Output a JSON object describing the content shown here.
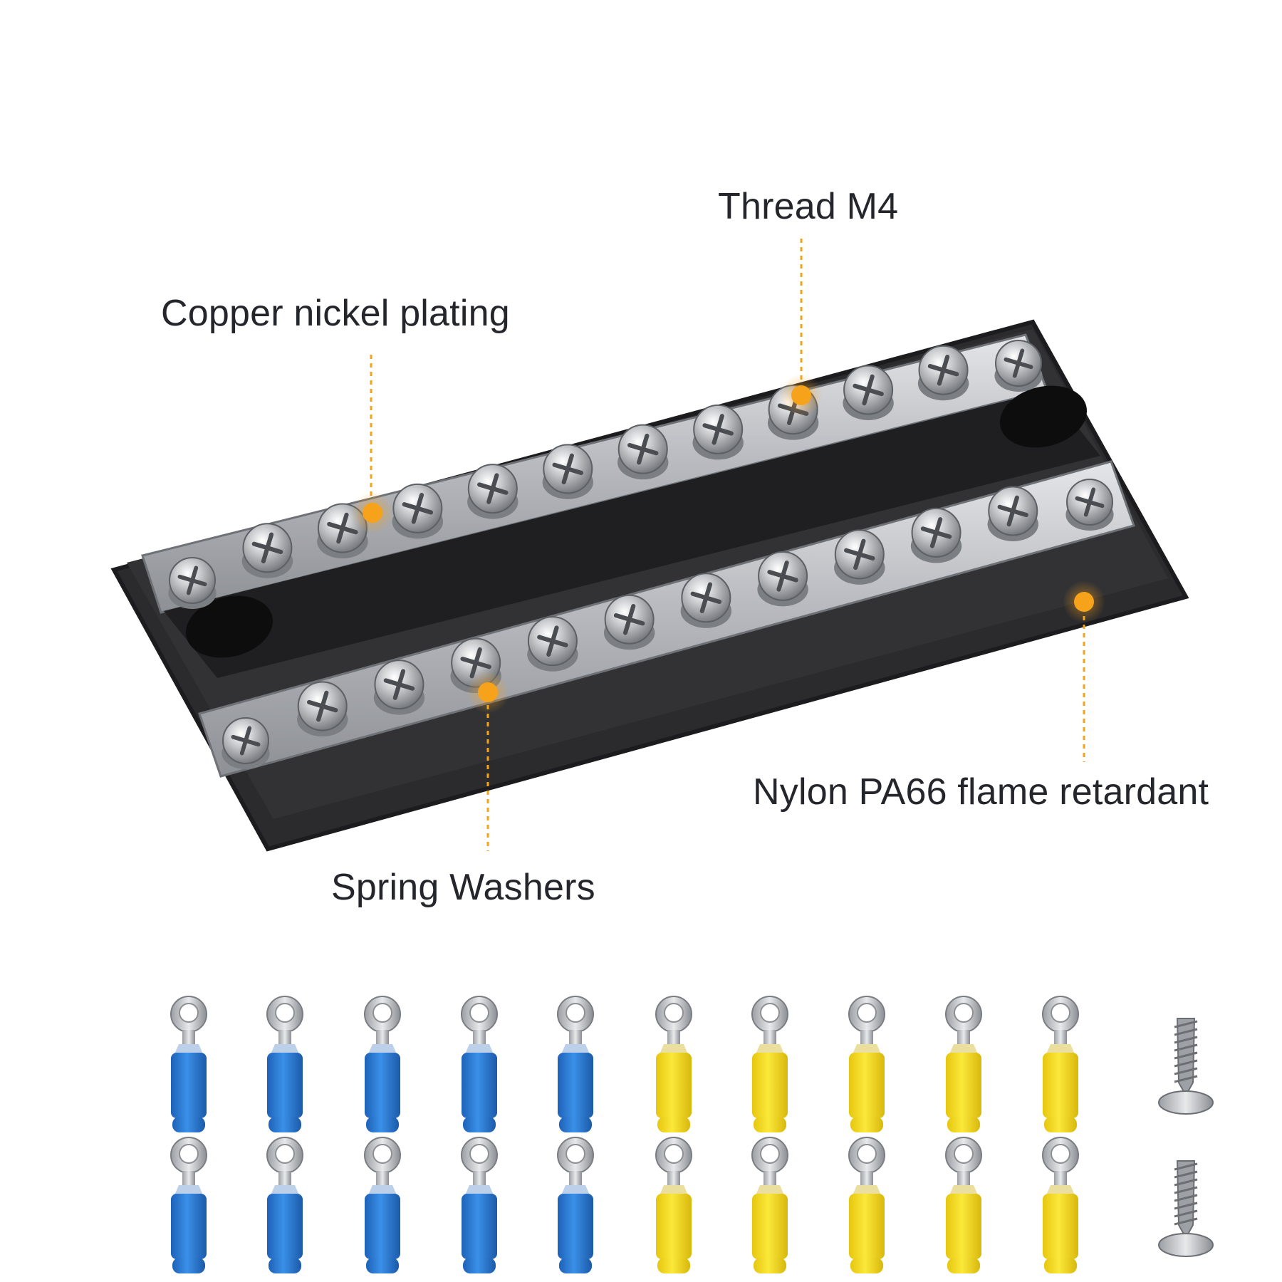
{
  "image": {
    "description_colors": {
      "background": "#ffffff",
      "accent": "#f7a21b",
      "label_text": "#24262c",
      "base_plastic": "#2a2a2c",
      "metal": "#c9cbcf",
      "blue_terminal": "#2f7ed8",
      "yellow_terminal": "#f6dd1b"
    }
  },
  "callouts": {
    "thread": "Thread M4",
    "copper": "Copper nickel plating",
    "nylon": "Nylon PA66 flame retardant",
    "washers": "Spring Washers"
  },
  "accessories": {
    "blue_ring_terminals": 10,
    "yellow_ring_terminals": 10,
    "screws": 2
  }
}
